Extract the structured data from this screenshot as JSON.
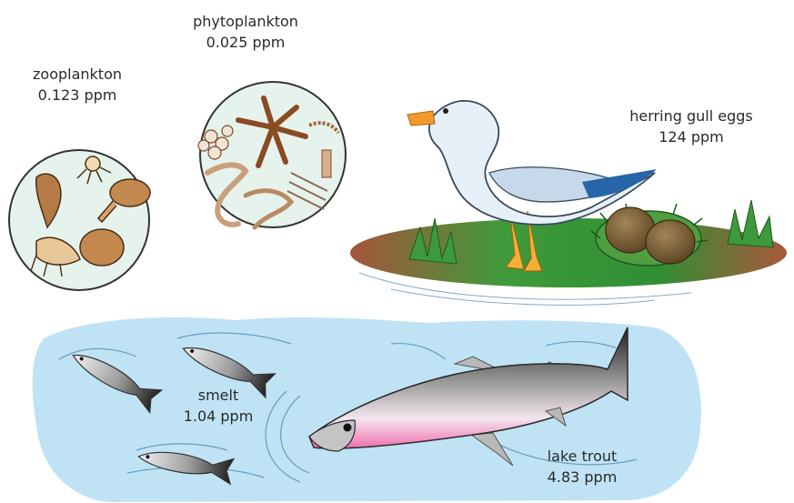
{
  "organisms": {
    "zooplankton": {
      "name": "zooplankton",
      "concentration": "0.123 ppm"
    },
    "phytoplankton": {
      "name": "phytoplankton",
      "concentration": "0.025 ppm"
    },
    "herring_gull_eggs": {
      "name": "herring gull eggs",
      "concentration": "124 ppm"
    },
    "smelt": {
      "name": "smelt",
      "concentration": "1.04 ppm"
    },
    "lake_trout": {
      "name": "lake trout",
      "concentration": "4.83 ppm"
    }
  },
  "colors": {
    "water": "#bfe3f4",
    "plankton_circle": "#e6f3ec",
    "island_soil": "#a5553a",
    "grass": "#3c9a3c",
    "gull_beak": "#f29a2e",
    "gull_wing_tip": "#2565a8",
    "trout_belly": "#f06fb0",
    "egg": "#7a5e36"
  }
}
